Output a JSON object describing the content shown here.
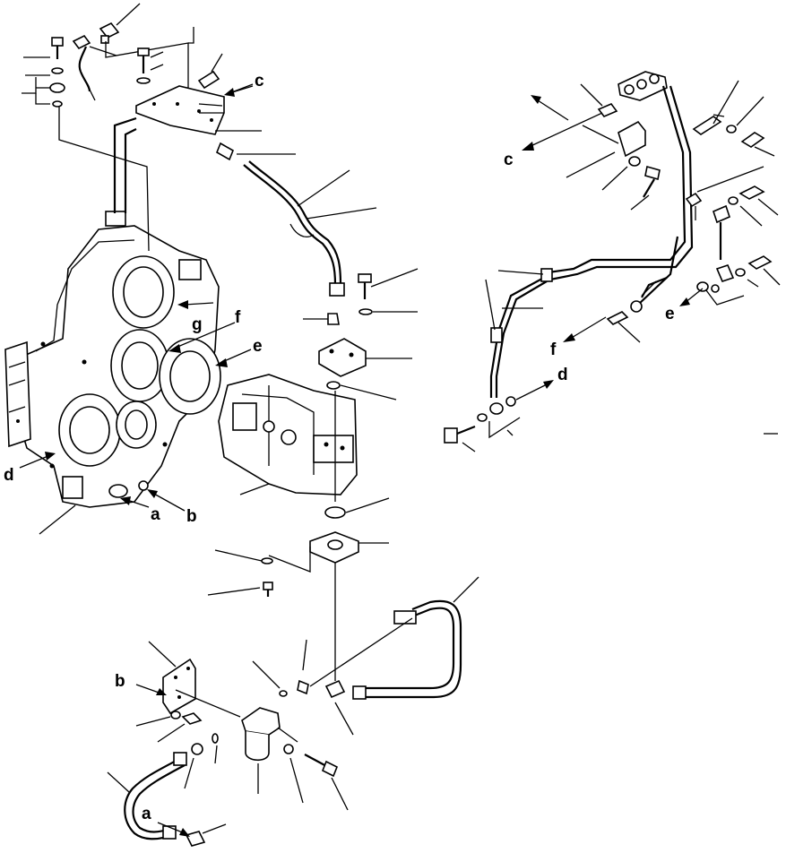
{
  "diagram": {
    "letters": {
      "a1": "a",
      "a2": "a",
      "b1": "b",
      "b2": "b",
      "c1": "c",
      "c2": "c",
      "d1": "d",
      "d2": "d",
      "e1": "e",
      "e2": "e",
      "f1": "f",
      "f2": "f",
      "g": "g"
    }
  }
}
